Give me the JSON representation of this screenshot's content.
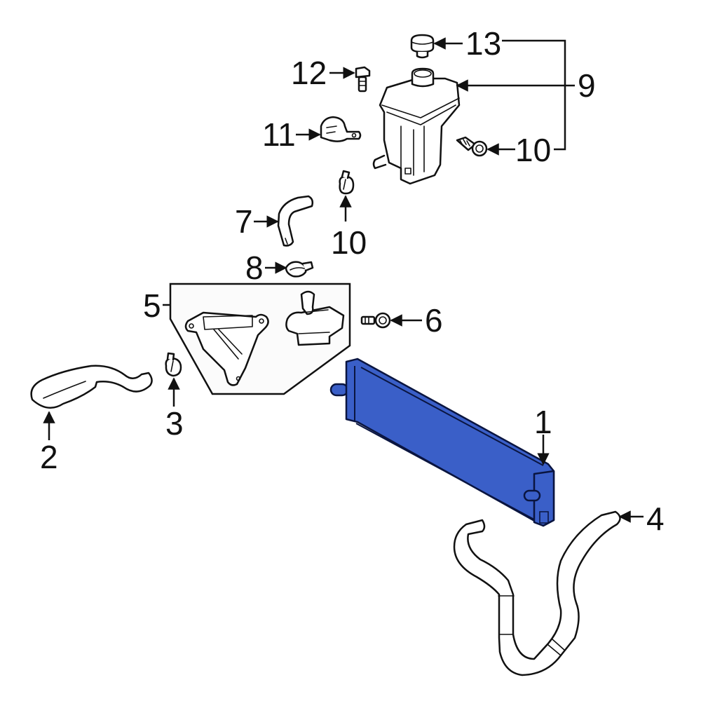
{
  "diagram": {
    "title": "Inverter cooler / coolant reservoir parts diagram",
    "highlight_color": "#3a5fc8",
    "line_color": "#111111",
    "background": "#ffffff",
    "highlighted_part": "1"
  },
  "callouts": [
    {
      "id": "1",
      "label": "1",
      "part": "inverter-cooler",
      "highlighted": true
    },
    {
      "id": "2",
      "label": "2",
      "part": "inlet-hose"
    },
    {
      "id": "3",
      "label": "3",
      "part": "hose-clamp"
    },
    {
      "id": "4",
      "label": "4",
      "part": "outlet-hose"
    },
    {
      "id": "5",
      "label": "5",
      "part": "pump-bracket-kit"
    },
    {
      "id": "6",
      "label": "6",
      "part": "bracket-bolt"
    },
    {
      "id": "7",
      "label": "7",
      "part": "elbow-hose"
    },
    {
      "id": "8",
      "label": "8",
      "part": "hose-clamp"
    },
    {
      "id": "9",
      "label": "9",
      "part": "reservoir-tank"
    },
    {
      "id": "10a",
      "label": "10",
      "part": "reservoir-bolt"
    },
    {
      "id": "10b",
      "label": "10",
      "part": "hose-clamp"
    },
    {
      "id": "11",
      "label": "11",
      "part": "reservoir-bracket"
    },
    {
      "id": "12",
      "label": "12",
      "part": "bracket-bolt"
    },
    {
      "id": "13",
      "label": "13",
      "part": "reservoir-cap"
    }
  ]
}
